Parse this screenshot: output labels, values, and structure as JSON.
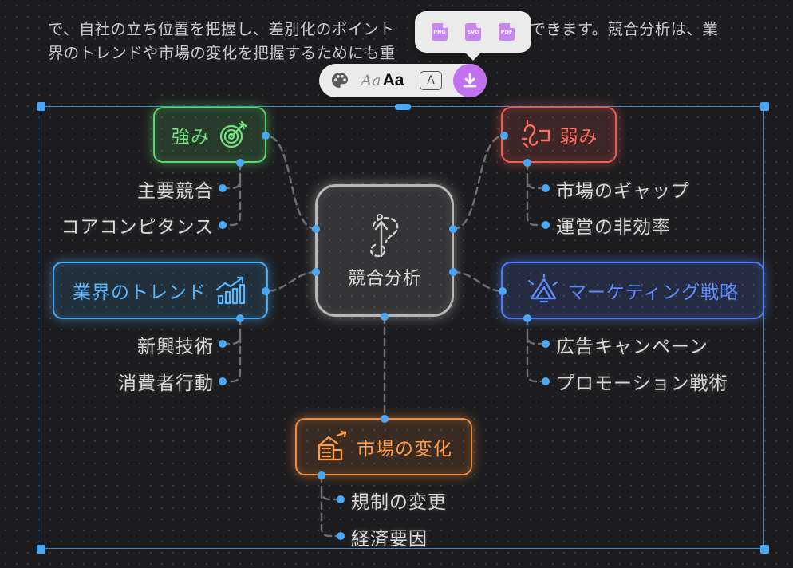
{
  "paragraph": {
    "lines": [
      "で、自社の立ち位置を把握し、差別化のポイント",
      "とができます。競合分析は、業",
      "界のトレンドや市場の変化を把握するためにも重"
    ]
  },
  "export_menu": {
    "formats": [
      "PNG",
      "SVG",
      "PDF"
    ]
  },
  "toolbar": {
    "palette_icon": "palette-icon",
    "font_italic_label": "Aa",
    "font_bold_label": "Aa",
    "text_box_label": "A",
    "download_icon": "download-icon"
  },
  "mindmap": {
    "center": {
      "label": "競合分析",
      "icon": "question-arrow-icon"
    },
    "nodes": {
      "strengths": {
        "label": "強み",
        "icon": "target-icon",
        "color": "#5ed46c",
        "leaves": [
          "主要競合",
          "コアコンピタンス"
        ]
      },
      "weaknesses": {
        "label": "弱み",
        "icon": "broken-link-icon",
        "color": "#ee5d52",
        "leaves": [
          "市場のギャップ",
          "運営の非効率"
        ]
      },
      "trends": {
        "label": "業界のトレンド",
        "icon": "chart-trend-icon",
        "color": "#4aaaf0",
        "leaves": [
          "新興技術",
          "消費者行動"
        ]
      },
      "marketing": {
        "label": "マーケティング戦略",
        "icon": "megaphone-icon",
        "color": "#4f7bf0",
        "leaves": [
          "広告キャンペーン",
          "プロモーション戦術"
        ]
      },
      "market_change": {
        "label": "市場の変化",
        "icon": "building-icon",
        "color": "#f08c3c",
        "leaves": [
          "規制の変更",
          "経済要因"
        ]
      }
    }
  },
  "colors": {
    "selection": "#3d87c9",
    "handle": "#49a8f5",
    "download_button": "#c170f0",
    "background": "#1d1d1f"
  }
}
